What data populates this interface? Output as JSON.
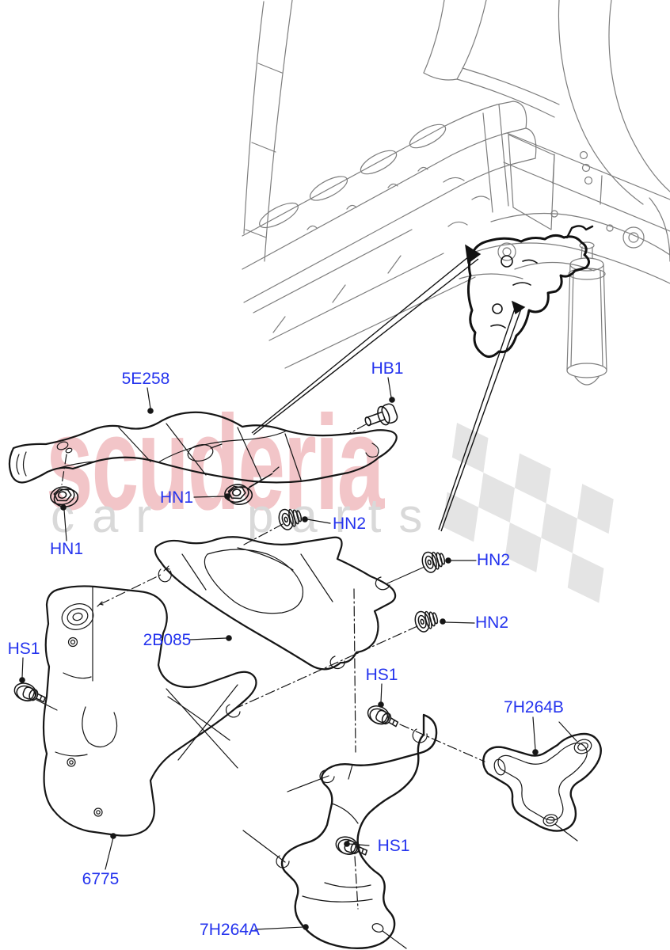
{
  "watermark": {
    "brand": "scuderia",
    "tagline": "car parts",
    "brand_color": "rgba(212,62,72,0.30)",
    "tagline_color": "#d9d9d9"
  },
  "diagram": {
    "description": "Exploded parts diagram: exhaust heat shields and support brackets below rear chassis illustration",
    "label_color": "#2433ee",
    "line_color": "#161616",
    "chassis_line_color": "#7d7d7d",
    "part_labels": [
      {
        "text": "5E258",
        "part": "upper-heat-shield"
      },
      {
        "text": "HB1",
        "part": "bolt"
      },
      {
        "text": "HN1",
        "part": "flange-nut-upper"
      },
      {
        "text": "HN1",
        "part": "flange-nut-left"
      },
      {
        "text": "HN2",
        "part": "plastic-nut-1"
      },
      {
        "text": "HN2",
        "part": "plastic-nut-2"
      },
      {
        "text": "HN2",
        "part": "plastic-nut-3"
      },
      {
        "text": "2B085",
        "part": "middle-heat-shield"
      },
      {
        "text": "HS1",
        "part": "screw-left"
      },
      {
        "text": "HS1",
        "part": "screw-middle"
      },
      {
        "text": "7H264B",
        "part": "support-bracket-b"
      },
      {
        "text": "HS1",
        "part": "screw-bottom"
      },
      {
        "text": "6775",
        "part": "lower-heat-shield"
      },
      {
        "text": "7H264A",
        "part": "support-bracket-a"
      }
    ]
  }
}
